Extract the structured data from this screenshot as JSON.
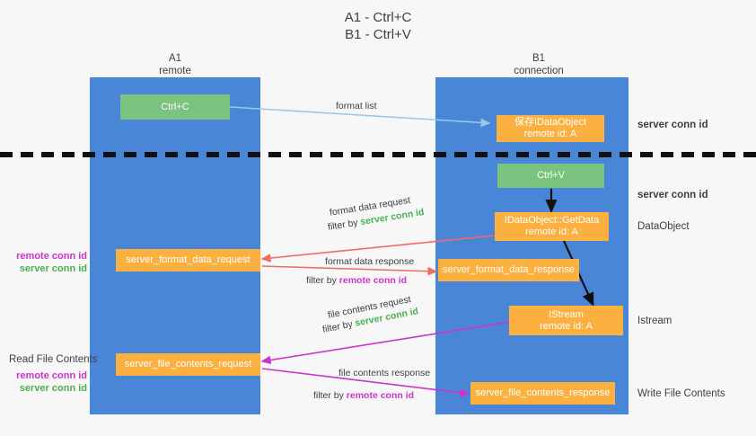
{
  "title": "A1 - Ctrl+C\nB1 - Ctrl+V",
  "columns": [
    {
      "name": "A1",
      "role": "remote"
    },
    {
      "name": "B1",
      "role": "connection"
    }
  ],
  "nodes": {
    "ctrl_c": "Ctrl+C",
    "save_data_object": "保存IDataObject\nremote id: A",
    "ctrl_v": "Ctrl+V",
    "get_data": "IDataObject::GetData\nremote id: A",
    "format_data_request": "server_format_data_request",
    "format_data_response": "server_format_data_response",
    "istream": "IStream\nremote id: A",
    "file_contents_request": "server_file_contents_request",
    "file_contents_response": "server_file_contents_response"
  },
  "edge_labels": {
    "format_list": "format list",
    "format_data_request": "format data request",
    "format_data_request_filter_prefix": "filter by ",
    "format_data_request_filter_id": "server conn id",
    "format_data_response": "format data response",
    "format_data_response_filter_prefix": "filter by ",
    "format_data_response_filter_id": "remote conn id",
    "file_contents_request": "file contents request",
    "file_contents_request_filter_prefix": "filter by ",
    "file_contents_request_filter_id": "server conn id",
    "file_contents_response": "file contents response",
    "file_contents_response_filter_prefix": "filter by ",
    "file_contents_response_filter_id": "remote conn id"
  },
  "right_labels": {
    "server_conn_id_top": "server conn id",
    "server_conn_id_second": "server conn id",
    "data_object": "DataObject",
    "istream": "Istream",
    "write_file_contents": "Write File Contents"
  },
  "left_labels": {
    "remote_conn_id_1": "remote conn id",
    "server_conn_id_1": "server conn id",
    "read_file_contents": "Read File Contents",
    "remote_conn_id_2": "remote conn id",
    "server_conn_id_2": "server conn id"
  },
  "colors": {
    "lane": "#4a86d8",
    "green_node": "#7ac47f",
    "orange_node": "#fbb03f",
    "arrow_light_blue": "#9cc7ea",
    "arrow_red": "#ef6b63",
    "arrow_magenta": "#cc33cc",
    "arrow_black": "#111111",
    "conn_green_text": "#4caf50",
    "conn_magenta_text": "#cc33cc",
    "background": "#f7f7f7"
  }
}
